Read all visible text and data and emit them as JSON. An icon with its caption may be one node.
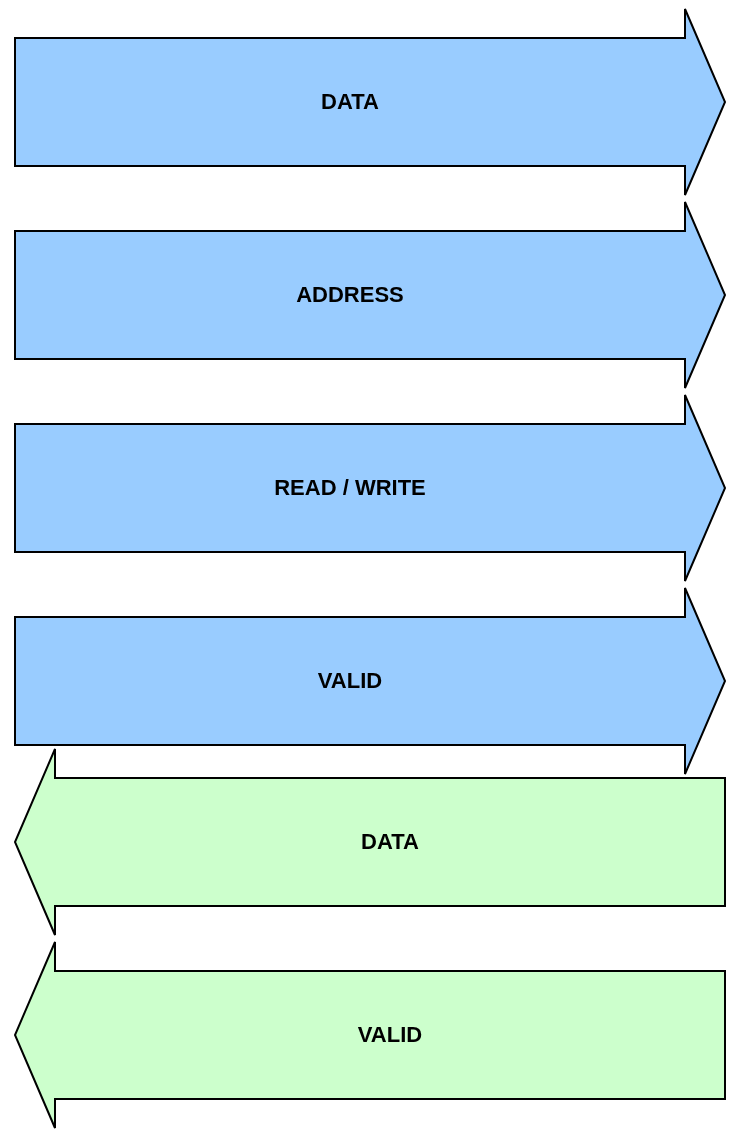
{
  "diagram": {
    "nodes": [
      {
        "text": [
          "DATA"
        ]
      },
      {
        "text": [
          "ADDRESS"
        ]
      },
      {
        "text": [
          "READ / WRITE"
        ]
      },
      {
        "text": [
          "VALID"
        ]
      },
      {
        "text": [
          "DATA"
        ]
      },
      {
        "text": [
          "VALID"
        ]
      }
    ]
  }
}
